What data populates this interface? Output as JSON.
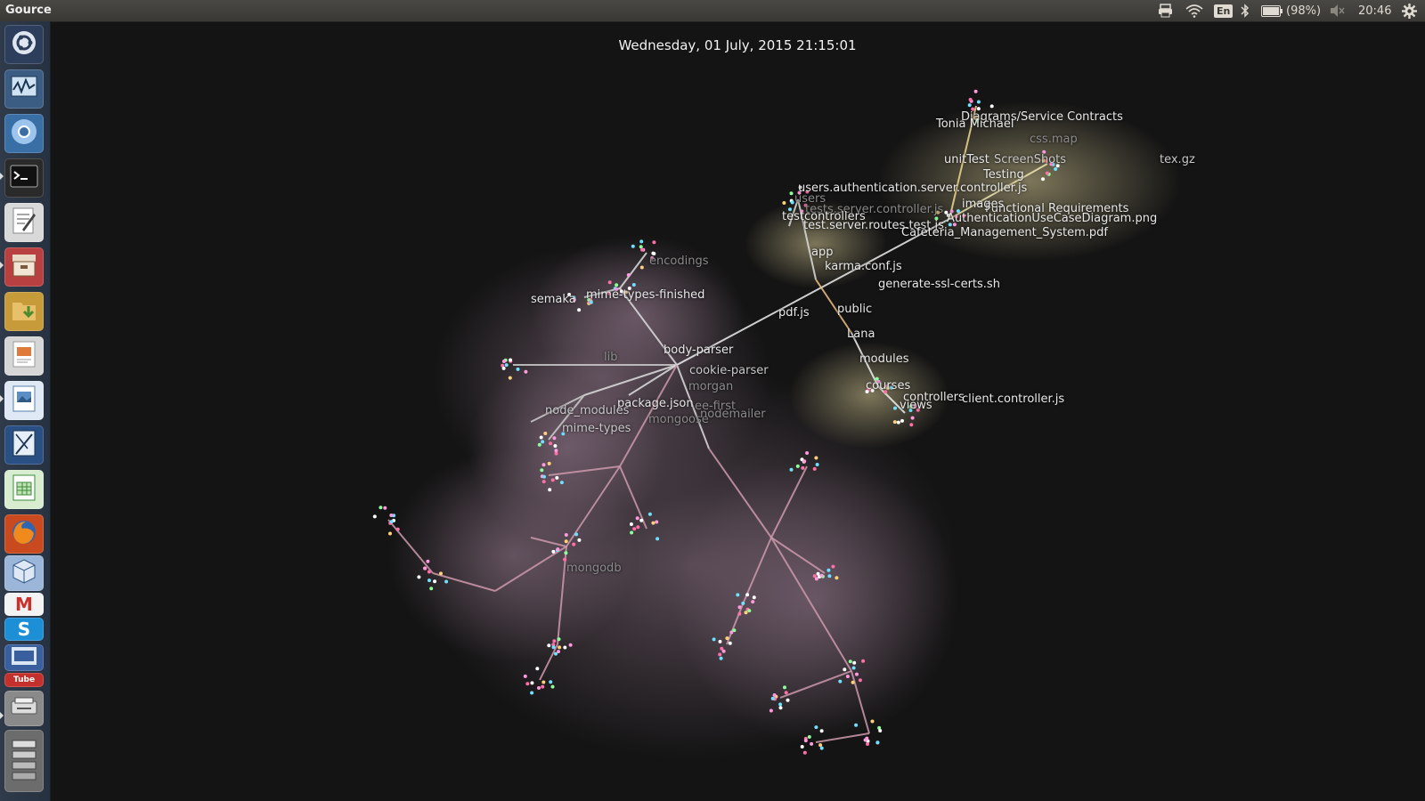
{
  "topbar": {
    "app_title": "Gource",
    "language": "En",
    "battery": "(98%)",
    "clock": "20:46",
    "icons": [
      "printer-icon",
      "wifi-icon",
      "keyboard-language-indicator",
      "bluetooth-icon",
      "battery-icon",
      "volume-muted-icon",
      "settings-gear-icon"
    ]
  },
  "launcher": {
    "items": [
      {
        "name": "dash-home",
        "icon": "ubuntu-logo-icon"
      },
      {
        "name": "system-monitor",
        "icon": "system-monitor-icon"
      },
      {
        "name": "chromium",
        "icon": "chromium-icon"
      },
      {
        "name": "terminal",
        "icon": "terminal-icon"
      },
      {
        "name": "text-editor",
        "icon": "text-editor-icon"
      },
      {
        "name": "archive-manager",
        "icon": "archive-icon"
      },
      {
        "name": "downloads",
        "icon": "folder-download-icon"
      },
      {
        "name": "impress",
        "icon": "presentation-icon"
      },
      {
        "name": "image-viewer",
        "icon": "image-viewer-icon"
      },
      {
        "name": "draw",
        "icon": "draw-icon"
      },
      {
        "name": "calc",
        "icon": "spreadsheet-icon"
      },
      {
        "name": "firefox",
        "icon": "firefox-icon"
      },
      {
        "name": "virtualbox",
        "icon": "cube-icon"
      },
      {
        "name": "gmail",
        "icon": "gmail-icon"
      },
      {
        "name": "skype",
        "icon": "skype-icon"
      },
      {
        "name": "kdenlive",
        "icon": "kdenlive-icon"
      },
      {
        "name": "youtube-dl",
        "icon": "youtube-icon"
      },
      {
        "name": "scanner",
        "icon": "scanner-icon"
      },
      {
        "name": "files-stack",
        "icon": "stack-icon"
      }
    ],
    "youtube_badge": "Tube"
  },
  "viz": {
    "date": "Wednesday, 01 July, 2015 21:15:01",
    "labels": [
      "Diagrams/Service Contracts",
      "Tonia Michael",
      "unitTest",
      "ScreenShots",
      "Testing",
      "users.authentication.server.controller.js",
      "users",
      "tests.server.controller.js",
      "testcontrollers",
      "test.server.routes.test.js",
      "Functional Requirements",
      "images",
      "AuthenticationUseCaseDiagram.png",
      "Cafeteria_Management_System.pdf",
      "app",
      "karma.conf.js",
      "generate-ssl-certs.sh",
      "public",
      "Lana",
      "modules",
      "courses",
      "controllers",
      "views",
      "client.controller.js",
      "body-parser",
      "cookie-parser",
      "morgan",
      "package.json",
      "node_modules",
      "mime-types",
      "encodings",
      "semaka",
      "lib",
      "mime-types-finished",
      "ee-first",
      "mongodb",
      "mongoose",
      "nodemailer",
      "pdf.js",
      "css.map",
      "tex.gz"
    ]
  }
}
